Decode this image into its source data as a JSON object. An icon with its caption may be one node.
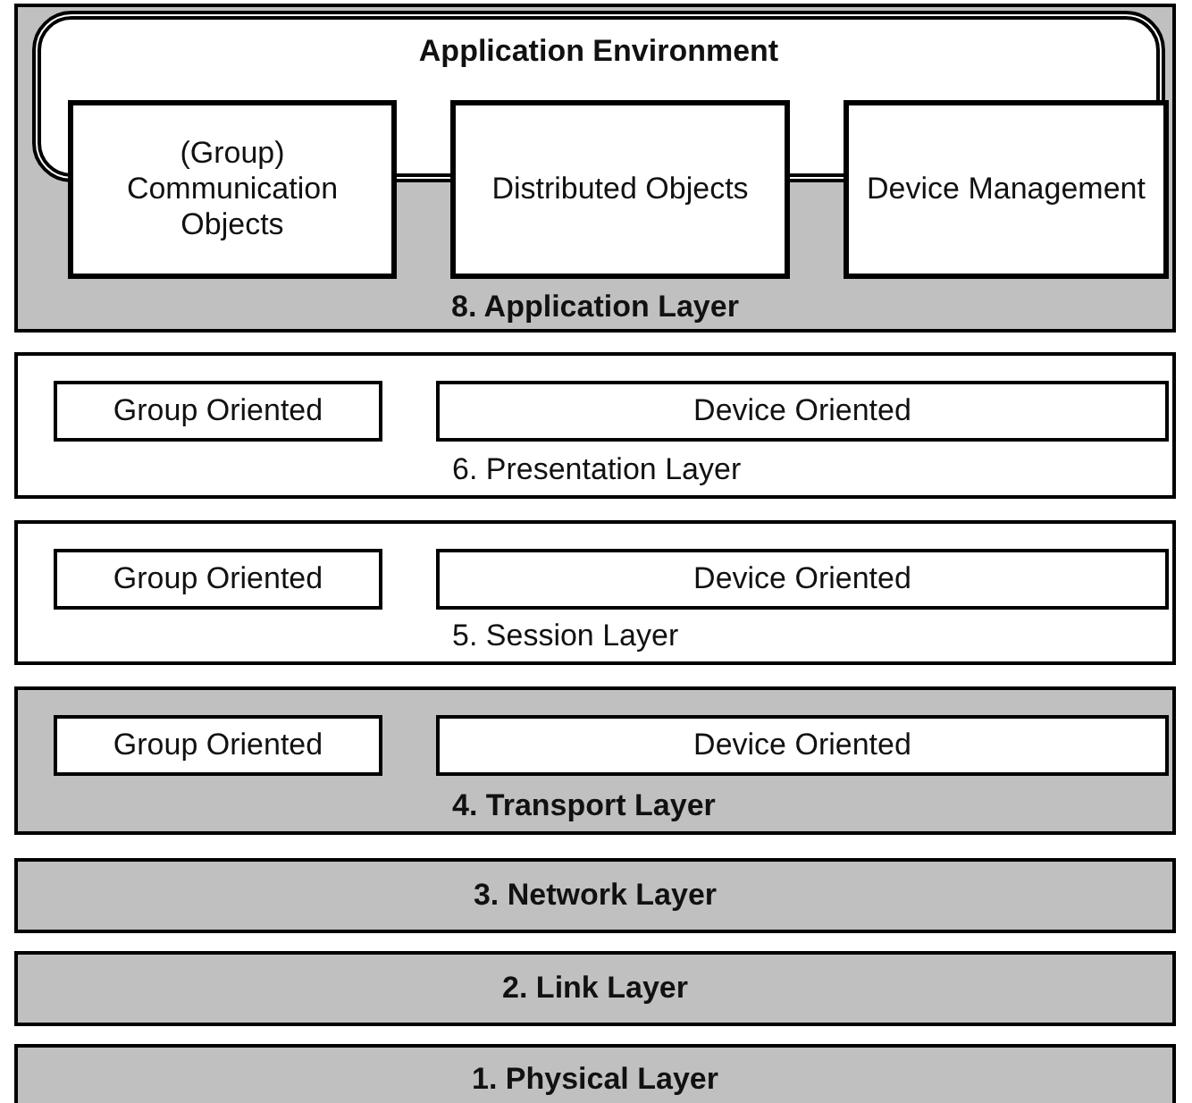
{
  "diagram": {
    "nodes": [
      {
        "text": [
          "8. Application Layer"
        ]
      },
      {
        "text": [
          "Application Environment"
        ],
        "in": 0
      },
      {
        "text": [
          "(Group) Communication Objects"
        ],
        "in": 0
      },
      {
        "text": [
          "Distributed Objects"
        ],
        "in": 0
      },
      {
        "text": [
          "Device Management"
        ],
        "in": 0
      },
      {
        "text": [
          "6. Presentation Layer"
        ]
      },
      {
        "text": [
          "Group Oriented"
        ],
        "in": 5
      },
      {
        "text": [
          "Device Oriented"
        ],
        "in": 5
      },
      {
        "text": [
          "5. Session Layer"
        ]
      },
      {
        "text": [
          "Group Oriented"
        ],
        "in": 8
      },
      {
        "text": [
          "Device Oriented"
        ],
        "in": 8
      },
      {
        "text": [
          "4. Transport Layer"
        ]
      },
      {
        "text": [
          "Group Oriented"
        ],
        "in": 11
      },
      {
        "text": [
          "Device Oriented"
        ],
        "in": 11
      },
      {
        "text": [
          "3. Network Layer"
        ]
      },
      {
        "text": [
          "2. Link Layer"
        ]
      },
      {
        "text": [
          "1. Physical Layer"
        ]
      }
    ],
    "edges": []
  }
}
